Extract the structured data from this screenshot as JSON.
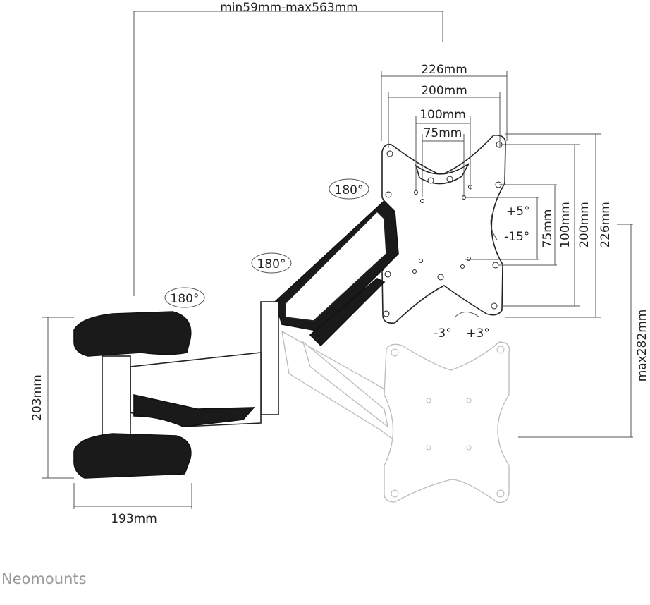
{
  "dimensions": {
    "reach": "min59mm-max563mm",
    "plate_width_outer": "226mm",
    "plate_width_inner": "200mm",
    "vesa_100_h": "100mm",
    "vesa_75_h": "75mm",
    "vesa_75_v": "75mm",
    "vesa_100_v": "100mm",
    "plate_height_inner": "200mm",
    "plate_height_outer": "226mm",
    "height_adjust": "max282mm",
    "wall_plate_height": "203mm",
    "wall_plate_width": "193mm"
  },
  "rotations": {
    "pivot_1": "180°",
    "pivot_2": "180°",
    "pivot_3": "180°",
    "tilt_up": "+5°",
    "tilt_down": "-15°",
    "roll_left": "-3°",
    "roll_right": "+3°"
  },
  "brand": "Neomounts"
}
